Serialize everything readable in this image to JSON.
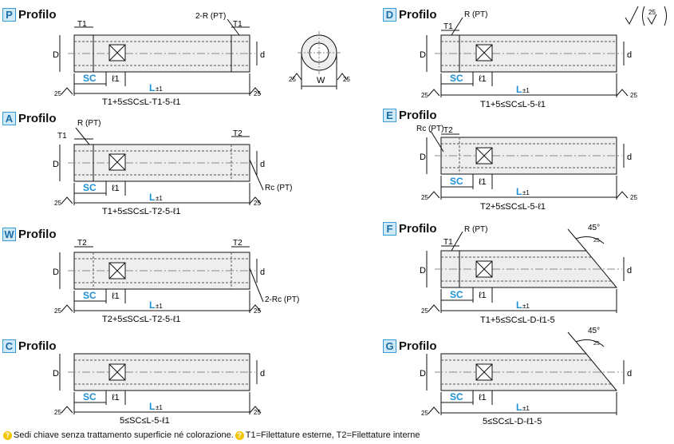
{
  "panels": {
    "P": {
      "letter": "P",
      "word": "Profilo",
      "formula": "T1+5≤SC≤L-T1-5-ℓ1",
      "labels": {
        "D": "D",
        "d": "d",
        "SC": "SC",
        "l1": "ℓ1",
        "L": "L",
        "tol": "±1",
        "t1a": "T1",
        "t1b": "T1",
        "thread": "2-R (PT)",
        "rough": "25"
      }
    },
    "A": {
      "letter": "A",
      "word": "Profilo",
      "formula": "T1+5≤SC≤L-T2-5-ℓ1",
      "labels": {
        "D": "D",
        "d": "d",
        "SC": "SC",
        "l1": "ℓ1",
        "L": "L",
        "tol": "±1",
        "t1": "T1",
        "t2": "T2",
        "thread_r": "R (PT)",
        "thread_rc": "Rc (PT)",
        "rough": "25"
      }
    },
    "W": {
      "letter": "W",
      "word": "Profilo",
      "formula": "T2+5≤SC≤L-T2-5-ℓ1",
      "labels": {
        "D": "D",
        "d": "d",
        "SC": "SC",
        "l1": "ℓ1",
        "L": "L",
        "tol": "±1",
        "t2a": "T2",
        "t2b": "T2",
        "thread": "2-Rc (PT)",
        "rough": "25"
      }
    },
    "C": {
      "letter": "C",
      "word": "Profilo",
      "formula": "5≤SC≤L-5-ℓ1",
      "labels": {
        "D": "D",
        "d": "d",
        "SC": "SC",
        "l1": "ℓ1",
        "L": "L",
        "tol": "±1",
        "rough": "25"
      }
    },
    "D": {
      "letter": "D",
      "word": "Profilo",
      "formula": "T1+5≤SC≤L-5-ℓ1",
      "labels": {
        "D": "D",
        "d": "d",
        "SC": "SC",
        "l1": "ℓ1",
        "L": "L",
        "tol": "±1",
        "t1": "T1",
        "thread": "R (PT)",
        "rough": "25"
      }
    },
    "E": {
      "letter": "E",
      "word": "Profilo",
      "formula": "T2+5≤SC≤L-5-ℓ1",
      "labels": {
        "D": "D",
        "d": "d",
        "SC": "SC",
        "l1": "ℓ1",
        "L": "L",
        "tol": "±1",
        "t2": "T2",
        "thread": "Rc (PT)",
        "rough": "25"
      }
    },
    "F": {
      "letter": "F",
      "word": "Profilo",
      "formula": "T1+5≤SC≤L-D-ℓ1-5",
      "labels": {
        "D": "D",
        "d": "d",
        "SC": "SC",
        "l1": "ℓ1",
        "L": "L",
        "tol": "±1",
        "t1": "T1",
        "thread": "R (PT)",
        "angle": "45°",
        "rough": "25"
      }
    },
    "G": {
      "letter": "G",
      "word": "Profilo",
      "formula": "5≤SC≤L-D-ℓ1-5",
      "labels": {
        "D": "D",
        "d": "d",
        "SC": "SC",
        "l1": "ℓ1",
        "L": "L",
        "tol": "±1",
        "angle": "45°",
        "rough": "25"
      }
    }
  },
  "end_view": {
    "W": "W",
    "rough": "25"
  },
  "general_roughness": {
    "rough": "25"
  },
  "footnote": {
    "note1": "Sedi chiave senza trattamento superficie né colorazione.",
    "note2": "T1=Filettature esterne, T2=Filettature interne"
  },
  "colors": {
    "accent": "#1e90d6",
    "outline": "#111111",
    "letter_bg": "#cfe9f8",
    "hint": "#f2c500"
  }
}
